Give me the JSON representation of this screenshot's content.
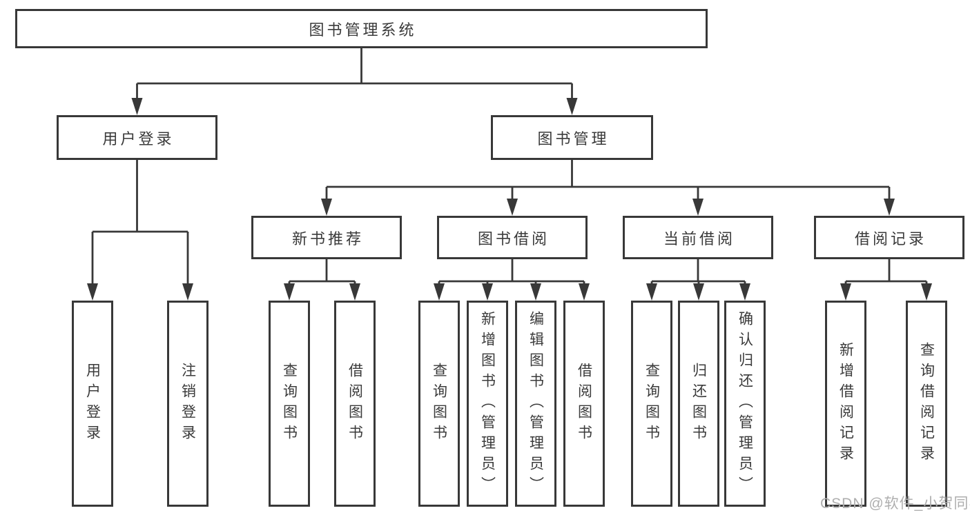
{
  "diagram": {
    "root": {
      "label": "图书管理系统"
    },
    "user_login": {
      "label": "用户登录",
      "children": [
        {
          "label": "用户登录"
        },
        {
          "label": "注销登录"
        }
      ]
    },
    "book_mgmt": {
      "label": "图书管理",
      "modules": [
        {
          "label": "新书推荐",
          "children": [
            {
              "label": "查询图书"
            },
            {
              "label": "借阅图书"
            }
          ]
        },
        {
          "label": "图书借阅",
          "children": [
            {
              "label": "查询图书"
            },
            {
              "label": "新增图书（管理员）"
            },
            {
              "label": "编辑图书（管理员）"
            },
            {
              "label": "借阅图书"
            }
          ]
        },
        {
          "label": "当前借阅",
          "children": [
            {
              "label": "查询图书"
            },
            {
              "label": "归还图书"
            },
            {
              "label": "确认归还（管理员）"
            }
          ]
        },
        {
          "label": "借阅记录",
          "children": [
            {
              "label": "新增借阅记录"
            },
            {
              "label": "查询借阅记录"
            }
          ]
        }
      ]
    }
  },
  "watermark": {
    "text": "CSDN @软件_小贺同学"
  },
  "colors": {
    "line": "#383838",
    "text": "#3a3a3a",
    "watermark": "#aeaeae",
    "background": "#ffffff"
  }
}
